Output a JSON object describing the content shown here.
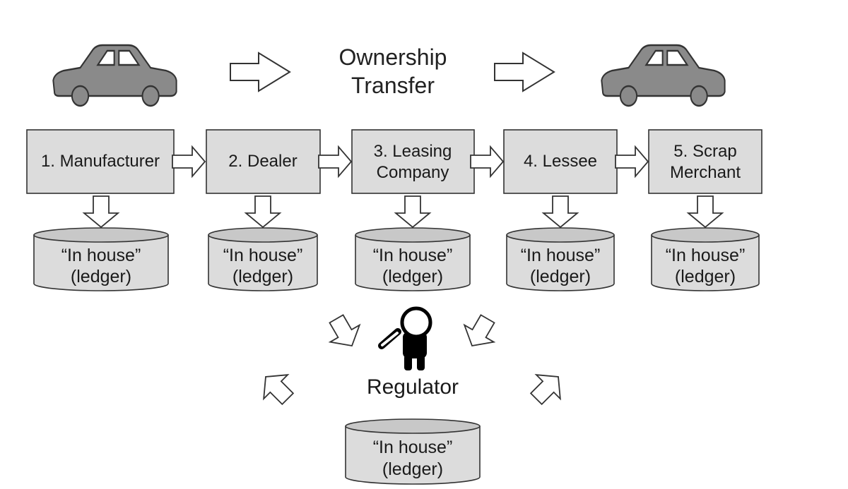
{
  "title": {
    "line1": "Ownership",
    "line2": "Transfer"
  },
  "parties": [
    {
      "lines": [
        "1. Manufacturer"
      ]
    },
    {
      "lines": [
        "2. Dealer"
      ]
    },
    {
      "lines": [
        "3. Leasing",
        "Company"
      ]
    },
    {
      "lines": [
        "4. Lessee"
      ]
    },
    {
      "lines": [
        "5. Scrap",
        "Merchant"
      ]
    }
  ],
  "ledger": {
    "line1": "“In house”",
    "line2": "(ledger)"
  },
  "regulator": {
    "label": "Regulator"
  },
  "colors": {
    "fill": "#dcdcdc",
    "car": "#8a8a8a",
    "stroke": "#333333",
    "figure": "#000000"
  },
  "icons": [
    "car-icon",
    "car-icon",
    "regulator-magnifier-icon"
  ]
}
